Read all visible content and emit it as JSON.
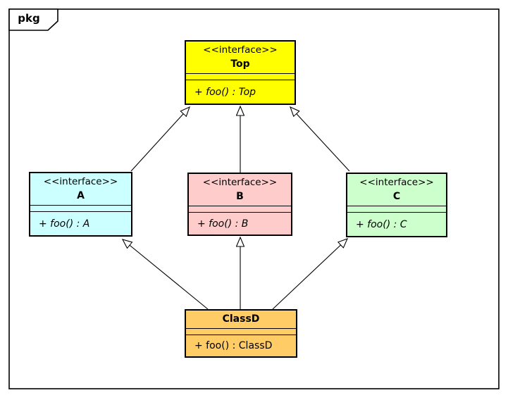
{
  "package": {
    "label": "pkg"
  },
  "diagram": {
    "classes": [
      {
        "stereotype": "<<interface>>",
        "name": "Top",
        "attributes": [],
        "operations": [
          "+ foo() : Top"
        ],
        "fill": "#FFFF00",
        "abstract": true
      },
      {
        "stereotype": "<<interface>>",
        "name": "A",
        "attributes": [],
        "operations": [
          "+ foo() : A"
        ],
        "fill": "#CCFFFF",
        "abstract": true
      },
      {
        "stereotype": "<<interface>>",
        "name": "B",
        "attributes": [],
        "operations": [
          "+ foo() : B"
        ],
        "fill": "#FFCCCC",
        "abstract": true
      },
      {
        "stereotype": "<<interface>>",
        "name": "C",
        "attributes": [],
        "operations": [
          "+ foo() : C"
        ],
        "fill": "#CCFFCC",
        "abstract": true
      },
      {
        "stereotype": "",
        "name": "ClassD",
        "attributes": [],
        "operations": [
          "+ foo() : ClassD"
        ],
        "fill": "#FFCC66",
        "abstract": false
      }
    ],
    "relations": [
      {
        "from": "A",
        "to": "Top",
        "type": "generalization"
      },
      {
        "from": "B",
        "to": "Top",
        "type": "generalization"
      },
      {
        "from": "C",
        "to": "Top",
        "type": "generalization"
      },
      {
        "from": "ClassD",
        "to": "A",
        "type": "generalization"
      },
      {
        "from": "ClassD",
        "to": "B",
        "type": "generalization"
      },
      {
        "from": "ClassD",
        "to": "C",
        "type": "generalization"
      }
    ],
    "line_color": "#000000",
    "arrowhead_fill": "#FFFFFF"
  }
}
